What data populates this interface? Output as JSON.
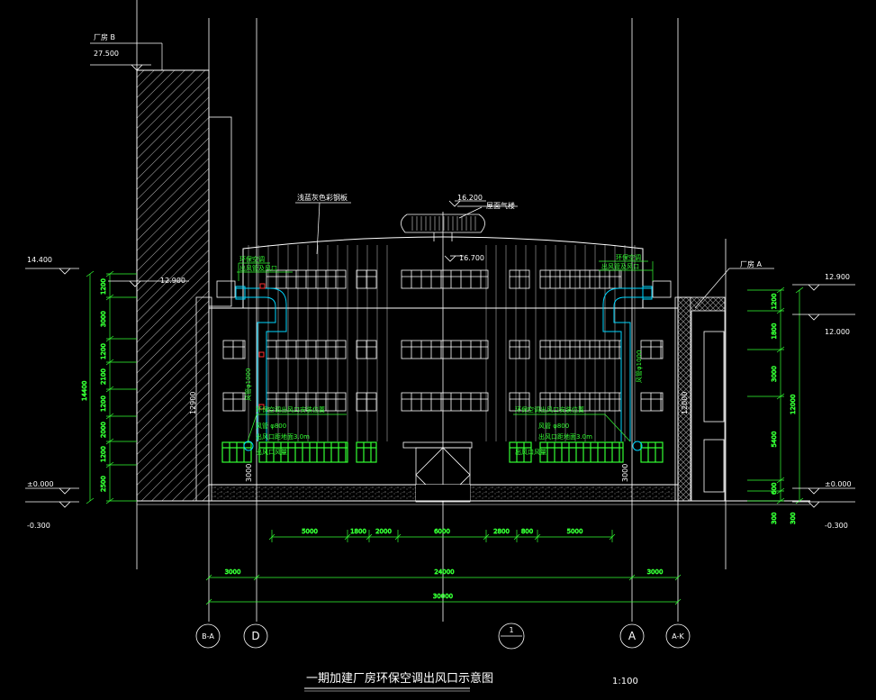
{
  "title": "一期加建厂房环保空调出风口示意图",
  "scale": "1:100",
  "colors": {
    "background": "#000000",
    "line": "#ffffff",
    "dimension": "#33ff33",
    "duct": "#00d7ff",
    "marker": "#ff3030"
  },
  "labels": {
    "roof_material": "浅蓝灰色彩钢板",
    "ventilator": "屋面气楼",
    "plant_b": "厂房  B",
    "plant_a": "厂房  A",
    "note_left_1": "环保空调",
    "note_left_2": "出风管及风口",
    "note_right_1": "环保空调",
    "note_right_2": "出风管及风口",
    "duct_left_vertical": "风管φ1000",
    "duct_right_vertical": "风管φ1000",
    "note_low_left_1": "环保空调出风口安装位置",
    "note_low_left_2": "风管 φ800",
    "note_low_left_3": "出风口距地面3.0m",
    "note_low_left_4": "出风口风量",
    "note_low_right_1": "环保空调出风口安装位置",
    "note_low_right_2": "风管 φ800",
    "note_low_right_3": "出风口距地面3.0m",
    "note_low_right_4": "出风口风量"
  },
  "elevations": {
    "b_top": "27.500",
    "left_roof": "14.400",
    "left_parapet": "12.900",
    "ridge": "16.200",
    "eave": "16.700",
    "right_parapet": "12.900",
    "right_floor": "12.000",
    "zero_left": "±0.000",
    "zero_right": "±0.000",
    "minus_left": "-0.300",
    "minus_right": "-0.300"
  },
  "left_dims": {
    "total": "14400",
    "segments": [
      "1200",
      "3000",
      "1200",
      "2100",
      "1200",
      "2000",
      "1200",
      "2500"
    ]
  },
  "right_dims": {
    "segments": [
      "1200",
      "1800",
      "3000",
      "5400",
      "600",
      "300"
    ],
    "total": "12000",
    "base": "300"
  },
  "inner_dims": {
    "left_wall": "12900",
    "right_wall": "12000",
    "left_low": "3000",
    "right_low": "3000"
  },
  "bottom_dims": {
    "row1": [
      "5000",
      "1800",
      "2000",
      "6000",
      "2800",
      "800",
      "5000"
    ],
    "row2": [
      "3000",
      "24000",
      "3000"
    ],
    "row3": "30000"
  },
  "axes": [
    "B-A",
    "D",
    "1",
    "A",
    "A-K"
  ]
}
